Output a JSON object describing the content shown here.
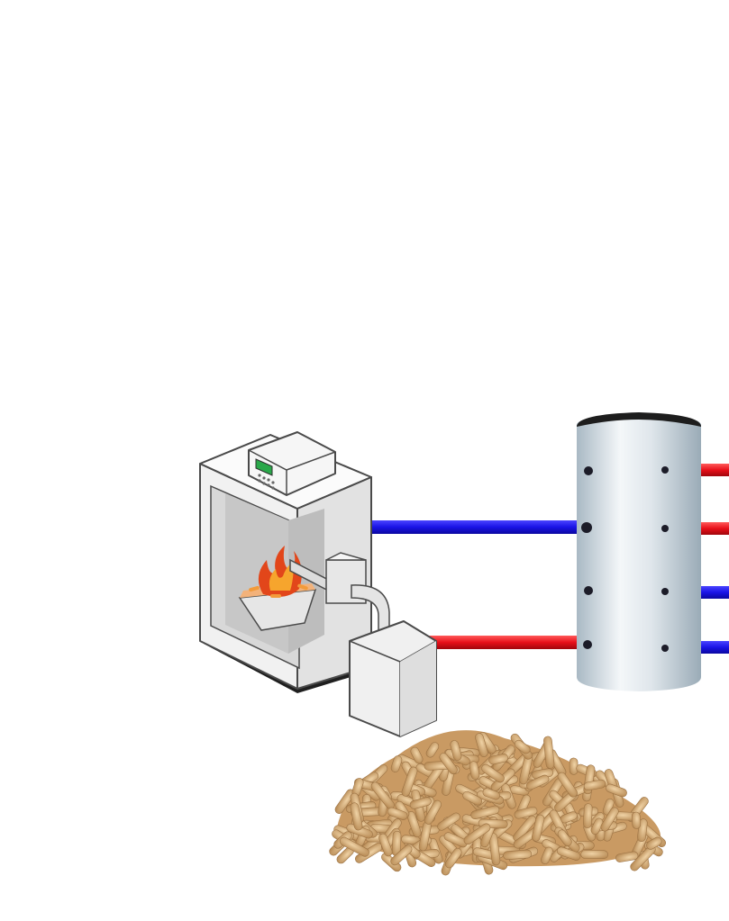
{
  "colors": {
    "background": "#ffffff",
    "hot_pipe": "#e8101a",
    "cold_pipe": "#1a14e6",
    "boiler_body": "#efefef",
    "boiler_outline": "#4a4a4a",
    "display": "#2aa84a",
    "flame": "#e2461a",
    "tank_body": "#c9d6de",
    "tank_cap": "#1d1d1d",
    "pellet": "#d6b283"
  },
  "icons": {
    "boiler": "pellet-boiler-icon",
    "controller": "boiler-controller-icon",
    "flame": "flame-icon",
    "auger": "pellet-feed-auger-icon",
    "hopper": "pellet-hopper-icon",
    "tank": "buffer-tank-icon",
    "pellets": "wood-pellet-pile-icon"
  },
  "pipes": [
    {
      "id": "boiler-return",
      "type": "cold"
    },
    {
      "id": "boiler-supply",
      "type": "hot"
    },
    {
      "id": "tank-out-1",
      "type": "hot"
    },
    {
      "id": "tank-out-2",
      "type": "hot"
    },
    {
      "id": "tank-in-1",
      "type": "cold"
    },
    {
      "id": "tank-in-2",
      "type": "cold"
    }
  ]
}
